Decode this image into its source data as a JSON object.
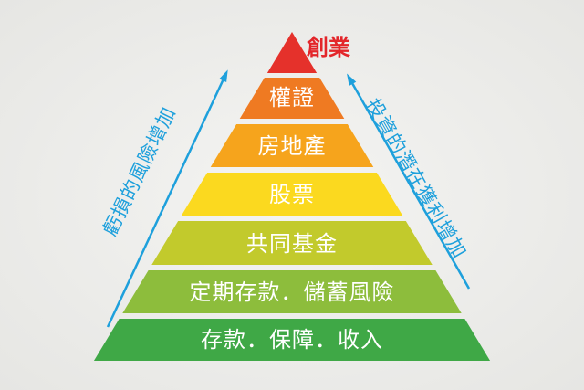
{
  "top_label": "創業",
  "layers": [
    {
      "label": "",
      "color": "#e5312b"
    },
    {
      "label": "權證",
      "color": "#ef7a22"
    },
    {
      "label": "房地產",
      "color": "#f6a41c"
    },
    {
      "label": "股票",
      "color": "#fbd91f"
    },
    {
      "label": "共同基金",
      "color": "#c2ca2c"
    },
    {
      "label": "定期存款．儲蓄風險",
      "color": "#8dbd3c"
    },
    {
      "label": "存款．保障．收入",
      "color": "#3fa846"
    }
  ],
  "left_arrow_label": "虧損的風險增加",
  "right_arrow_label": "投資的潛在獲利增加",
  "arrow_color": "#1ea0dc"
}
